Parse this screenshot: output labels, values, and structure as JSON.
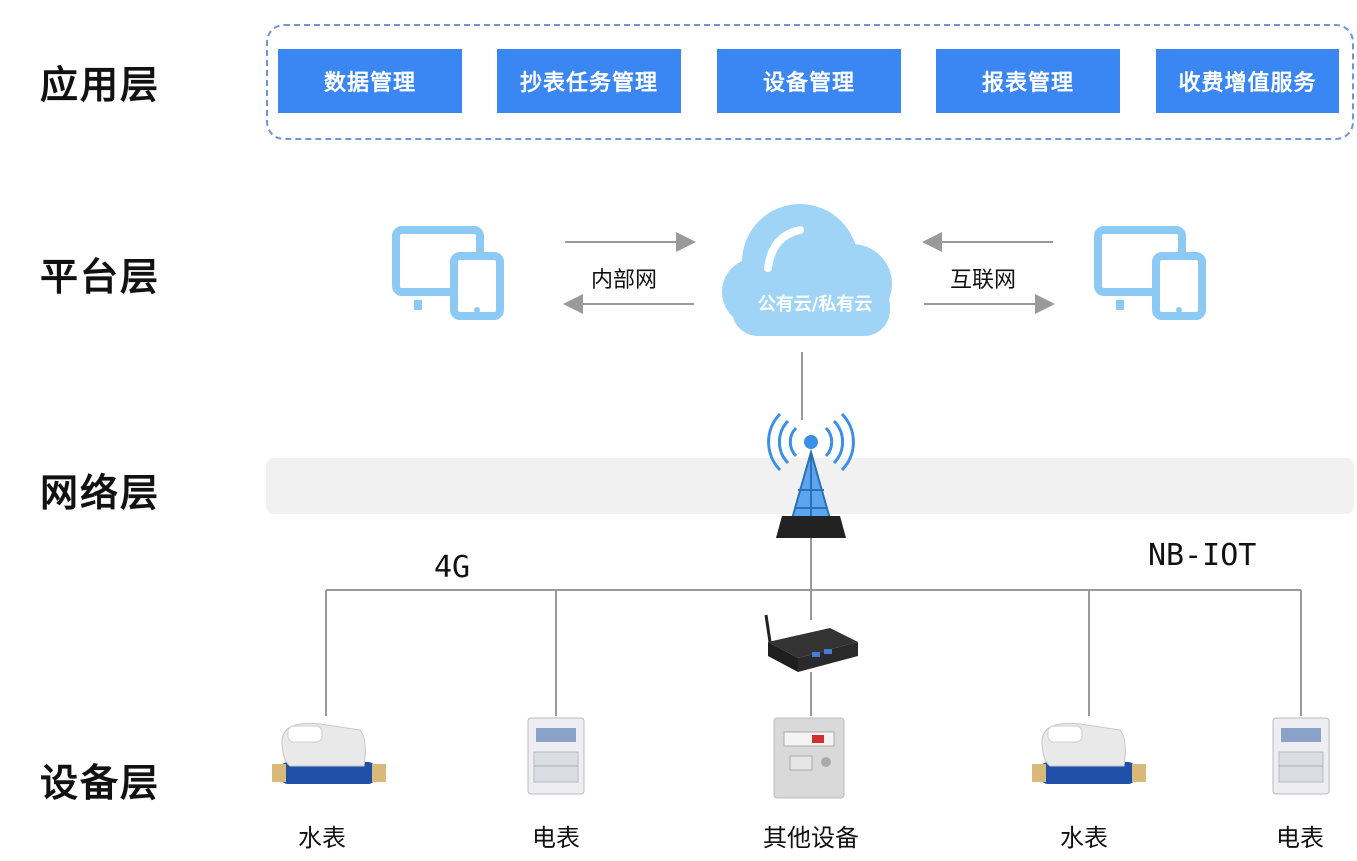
{
  "layers": {
    "application": "应用层",
    "platform": "平台层",
    "network": "网络层",
    "device": "设备层"
  },
  "application_modules": [
    "数据管理",
    "抄表任务管理",
    "设备管理",
    "报表管理",
    "收费增值服务"
  ],
  "platform": {
    "cloud_label": "公有云/私有云",
    "left_link": "内部网",
    "right_link": "互联网"
  },
  "network": {
    "left_protocol": "4G",
    "right_protocol": "NB-IOT"
  },
  "devices": [
    "水表",
    "电表",
    "其他设备",
    "水表",
    "电表"
  ],
  "colors": {
    "module_blue": "#3a86f2",
    "frame_dashed": "#6f96d6",
    "icon_light_blue": "#8ccaf5",
    "cloud_blue": "#9fd4f7",
    "line_gray": "#9a9a9a",
    "band_gray": "#f1f1f1"
  }
}
